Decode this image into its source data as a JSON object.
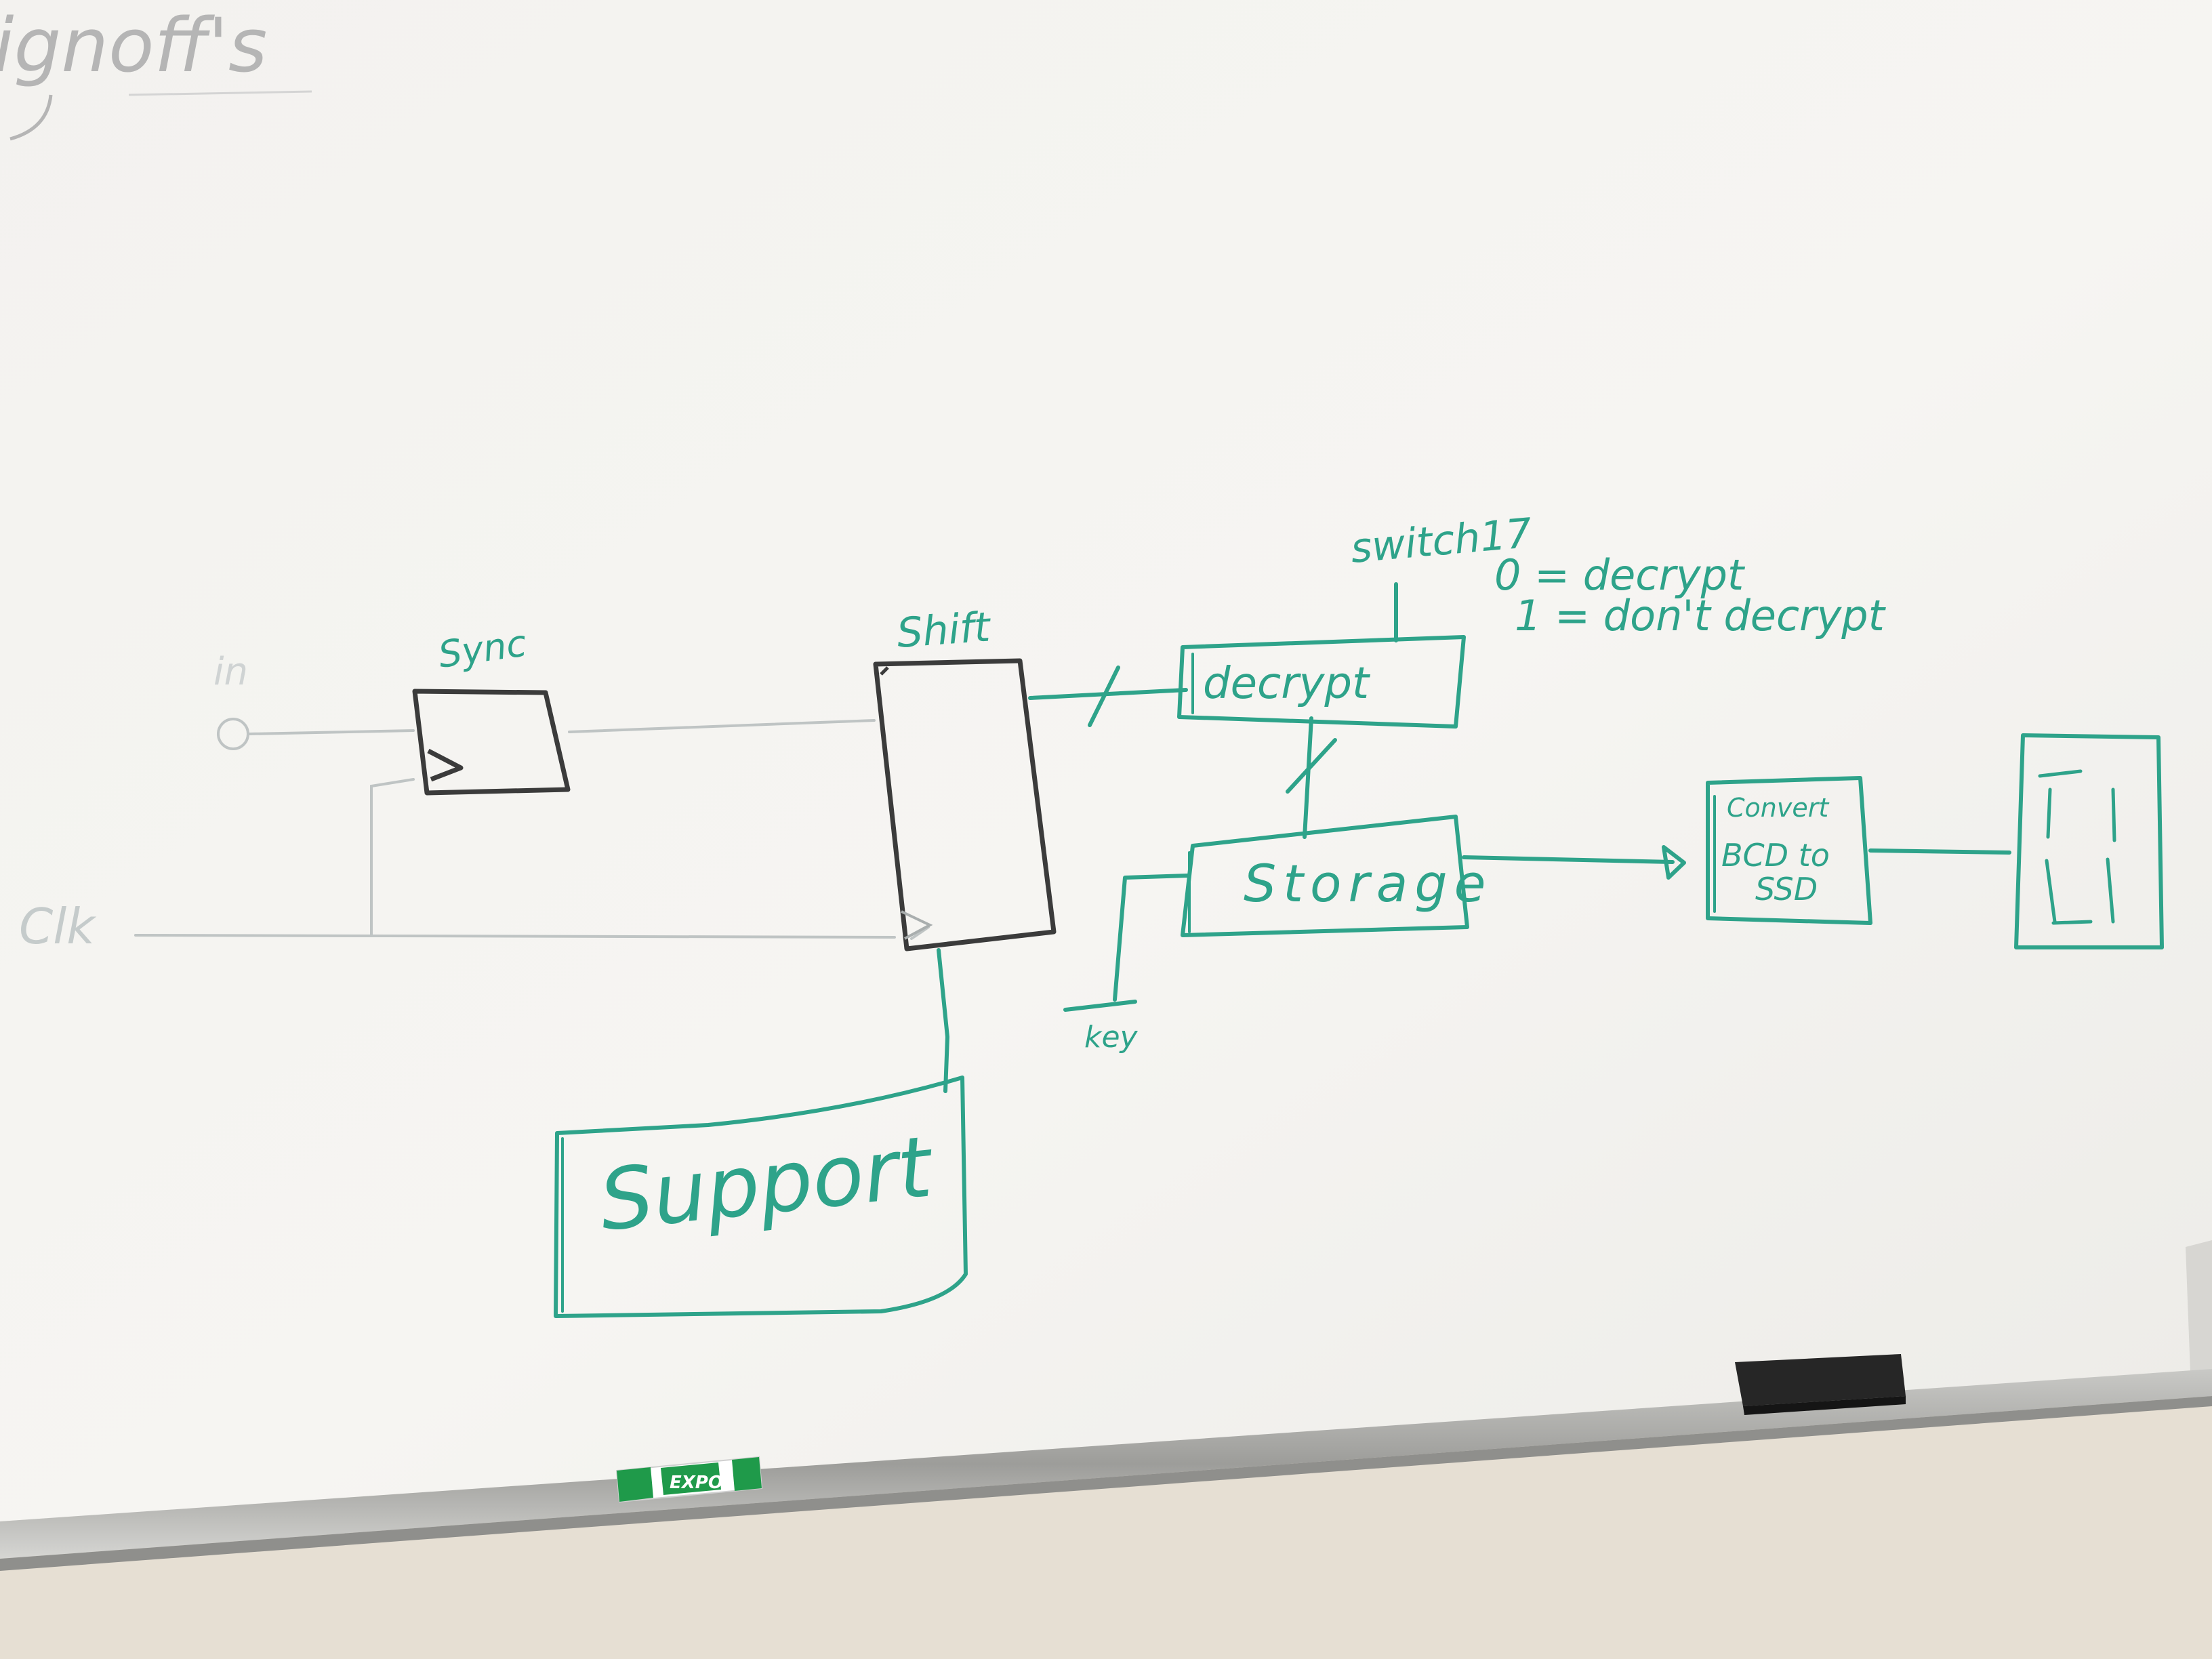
{
  "whiteboard": {
    "corner_text": "ignoff's",
    "labels": {
      "in": "in",
      "clk": "Clk",
      "sync": "Sync",
      "shift": "Shift",
      "decrypt": "decrypt",
      "storage": "Storage",
      "key": "key",
      "support": "Support",
      "convert": "Convert",
      "bcd_line1": "BCD to",
      "bcd_line2": "SSD"
    },
    "switch_note": {
      "title": "switch17",
      "line1": "0 =  decrypt",
      "line2": "1 =  don't decrypt"
    }
  },
  "marker": {
    "brand": "EXPO",
    "color": "#1f9a4a"
  },
  "colors": {
    "ink_green": "#2ea38a",
    "ink_black": "#3b3b3b",
    "ink_faded": "#b7bcbc",
    "board": "#f4f3f0",
    "wall": "#e6dfd3"
  }
}
